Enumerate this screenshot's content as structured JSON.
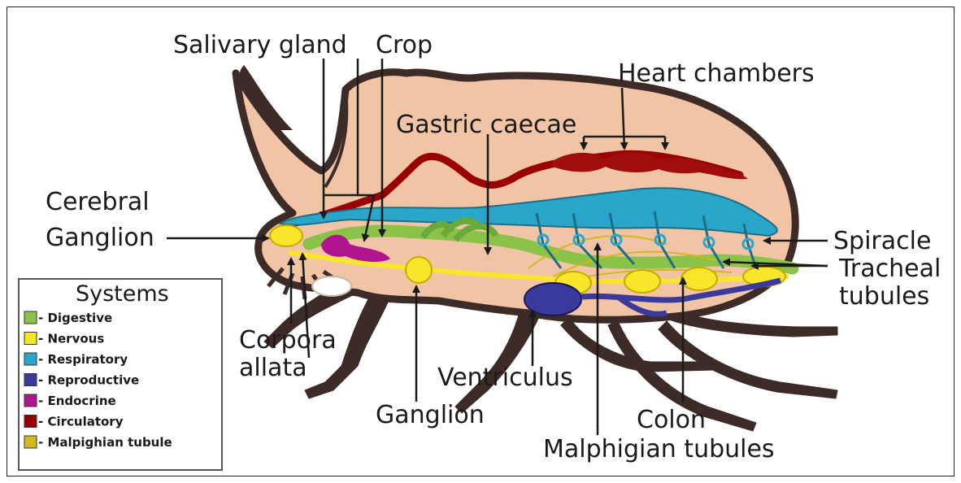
{
  "labels": {
    "salivary_gland": "Salivary gland",
    "crop": "Crop",
    "heart_chambers": "Heart chambers",
    "gastric_caecae": "Gastric caecae",
    "cerebral": "Cerebral",
    "ganglion_head": "Ganglion",
    "spiracle": "Spiracle",
    "tracheal": "Tracheal",
    "tubules": "tubules",
    "corpora": "Corpora",
    "allata": "allata",
    "ventriculus": "Ventriculus",
    "ganglion": "Ganglion",
    "colon": "Colon",
    "malphigian_tubules": "Malphigian tubules"
  },
  "legend": {
    "title": "Systems",
    "items": [
      {
        "label": "- Digestive",
        "color": "#8bc34a"
      },
      {
        "label": "- Nervous",
        "color": "#f7e62a"
      },
      {
        "label": "- Respiratory",
        "color": "#29a6c9"
      },
      {
        "label": "- Reproductive",
        "color": "#3a3a9c"
      },
      {
        "label": "- Endocrine",
        "color": "#b0158f"
      },
      {
        "label": "- Circulatory",
        "color": "#990000"
      },
      {
        "label": "- Malpighian tubule",
        "color": "#d4b820"
      }
    ]
  },
  "colors": {
    "body_fill": "#f2c4a6",
    "outline": "#3d2b27",
    "legs": "#3d2b27"
  }
}
